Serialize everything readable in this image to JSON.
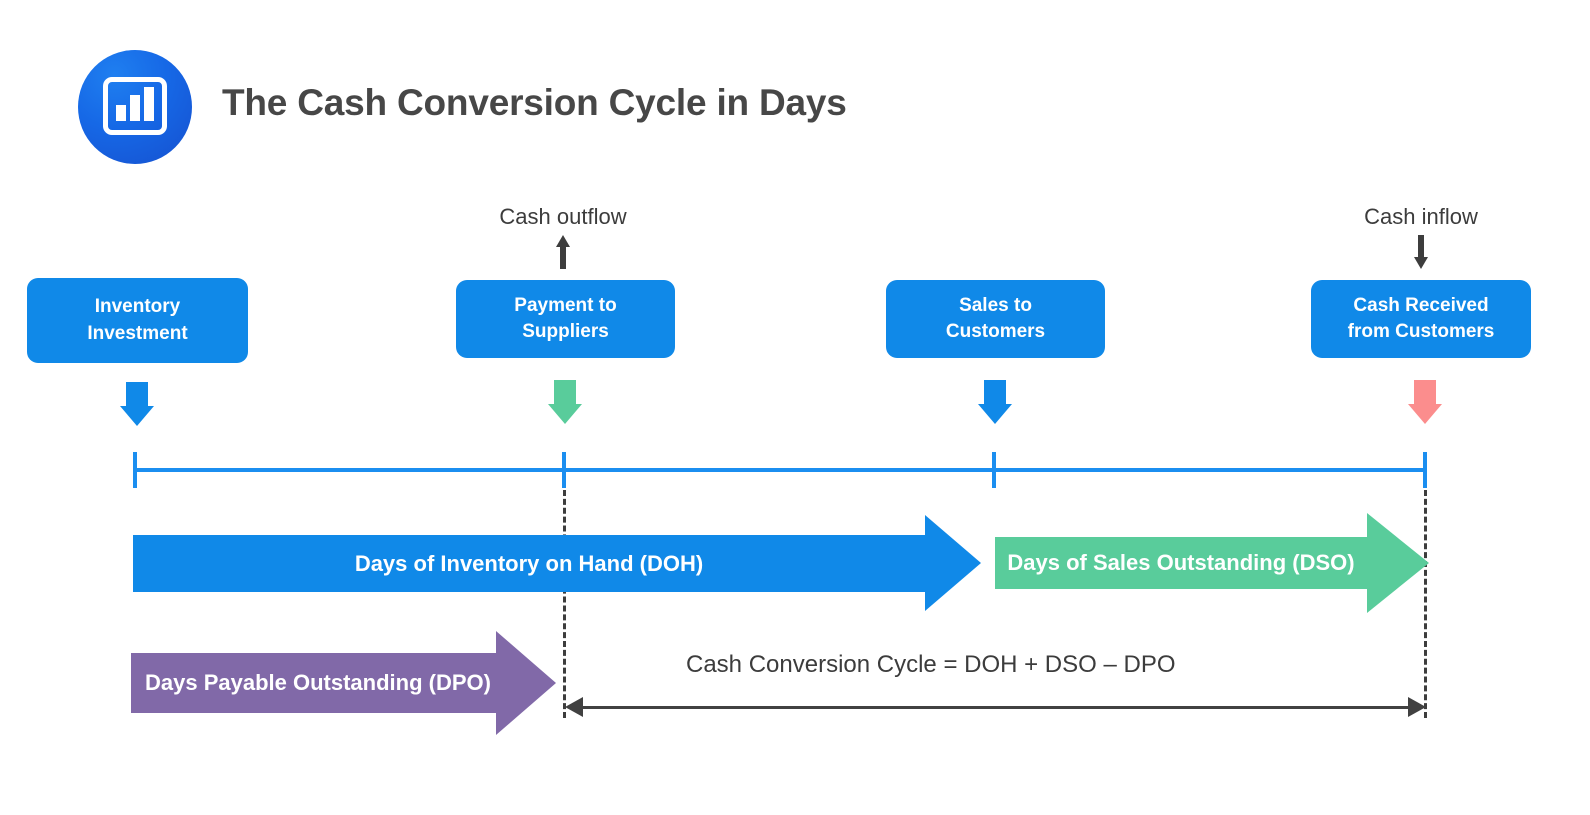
{
  "header": {
    "title": "The Cash Conversion Cycle in Days",
    "logo_icon": "bar-chart-icon",
    "logo_colors": {
      "gradient_from": "#1f7ff0",
      "gradient_to": "#1550cf"
    }
  },
  "colors": {
    "blue": "#1089e8",
    "timeline_blue": "#1b8ef0",
    "green": "#59cc9b",
    "purple": "#8169a8",
    "red": "#fb8d8d",
    "dark_text": "#3c3c3c",
    "title_text": "#474747"
  },
  "flow_annotations": [
    {
      "label": "Cash outflow",
      "icon": "arrow-up-icon",
      "direction": "up"
    },
    {
      "label": "Cash inflow",
      "icon": "arrow-down-icon",
      "direction": "down"
    }
  ],
  "milestones": [
    {
      "label": "Inventory Investment",
      "line1": "Inventory",
      "line2": "Investment",
      "arrow_icon": "arrow-down-icon",
      "arrow_color": "#1089e8"
    },
    {
      "label": "Payment to Suppliers",
      "line1": "Payment to",
      "line2": "Suppliers",
      "arrow_icon": "arrow-down-icon",
      "arrow_color": "#59cc9b"
    },
    {
      "label": "Sales to Customers",
      "line1": "Sales to",
      "line2": "Customers",
      "arrow_icon": "arrow-down-icon",
      "arrow_color": "#1089e8"
    },
    {
      "label": "Cash Received from Customers",
      "line1": "Cash Received",
      "line2": "from Customers",
      "arrow_icon": "arrow-down-icon",
      "arrow_color": "#fb8d8d"
    }
  ],
  "measure_bars": [
    {
      "label": "Days of Inventory on Hand (DOH)",
      "color": "#1089e8"
    },
    {
      "label": "Days of Sales Outstanding (DSO)",
      "color": "#59cc9b"
    },
    {
      "label": "Days Payable Outstanding (DPO)",
      "color": "#8169a8"
    }
  ],
  "cash_conversion_cycle": {
    "formula": "Cash Conversion Cycle = DOH + DSO – DPO",
    "span_icon": "double-headed-arrow-icon"
  },
  "chart_data": {
    "type": "diagram",
    "title": "The Cash Conversion Cycle in Days",
    "timeline_events": [
      "Inventory Investment",
      "Payment to Suppliers",
      "Sales to Customers",
      "Cash Received from Customers"
    ],
    "spans": [
      {
        "name": "Days of Inventory on Hand (DOH)",
        "from": "Inventory Investment",
        "to": "Sales to Customers",
        "color": "#1089e8"
      },
      {
        "name": "Days of Sales Outstanding (DSO)",
        "from": "Sales to Customers",
        "to": "Cash Received from Customers",
        "color": "#59cc9b"
      },
      {
        "name": "Days Payable Outstanding (DPO)",
        "from": "Inventory Investment",
        "to": "Payment to Suppliers",
        "color": "#8169a8"
      },
      {
        "name": "Cash Conversion Cycle",
        "from": "Payment to Suppliers",
        "to": "Cash Received from Customers",
        "color": "#414141"
      }
    ],
    "cash_flows": [
      {
        "event": "Payment to Suppliers",
        "type": "Cash outflow"
      },
      {
        "event": "Cash Received from Customers",
        "type": "Cash inflow"
      }
    ],
    "equation": "Cash Conversion Cycle = DOH + DSO – DPO"
  }
}
